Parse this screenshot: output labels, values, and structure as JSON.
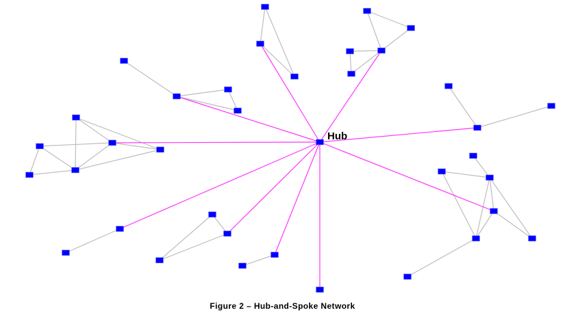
{
  "figure": {
    "caption": "Figure 2 – Hub-and-Spoke Network",
    "hub_label": "Hub",
    "colors": {
      "node": "#0000ff",
      "hub_edge": "#ff33ff",
      "peer_edge": "#bdbdbd",
      "background": "#ffffff"
    }
  },
  "network": {
    "hub": "hub",
    "nodes": [
      {
        "id": "hub"
      },
      {
        "id": "a1"
      },
      {
        "id": "a2"
      },
      {
        "id": "a3"
      },
      {
        "id": "b1"
      },
      {
        "id": "b2"
      },
      {
        "id": "b3"
      },
      {
        "id": "b4"
      },
      {
        "id": "b5"
      },
      {
        "id": "c1"
      },
      {
        "id": "c2"
      },
      {
        "id": "c3"
      },
      {
        "id": "c4"
      },
      {
        "id": "d1"
      },
      {
        "id": "d2"
      },
      {
        "id": "d3"
      },
      {
        "id": "d4"
      },
      {
        "id": "d5"
      },
      {
        "id": "d6"
      },
      {
        "id": "e1"
      },
      {
        "id": "e2"
      },
      {
        "id": "e3"
      },
      {
        "id": "f1"
      },
      {
        "id": "f2"
      },
      {
        "id": "f3"
      },
      {
        "id": "f4"
      },
      {
        "id": "f5"
      },
      {
        "id": "f6"
      },
      {
        "id": "f7"
      },
      {
        "id": "g1"
      },
      {
        "id": "g2"
      },
      {
        "id": "h1"
      },
      {
        "id": "h2"
      },
      {
        "id": "h3"
      },
      {
        "id": "i1"
      },
      {
        "id": "i2"
      },
      {
        "id": "j1"
      }
    ],
    "hub_edges": [
      [
        "hub",
        "a2"
      ],
      [
        "hub",
        "b3"
      ],
      [
        "hub",
        "c2"
      ],
      [
        "hub",
        "d3"
      ],
      [
        "hub",
        "e3"
      ],
      [
        "hub",
        "f4"
      ],
      [
        "hub",
        "g1"
      ],
      [
        "hub",
        "h2"
      ],
      [
        "hub",
        "i1"
      ],
      [
        "hub",
        "j1"
      ]
    ],
    "peer_edges": [
      [
        "a1",
        "a2"
      ],
      [
        "a1",
        "a3"
      ],
      [
        "a2",
        "a3"
      ],
      [
        "b1",
        "b2"
      ],
      [
        "b1",
        "b3"
      ],
      [
        "b2",
        "b3"
      ],
      [
        "b3",
        "b4"
      ],
      [
        "b3",
        "b5"
      ],
      [
        "b4",
        "b5"
      ],
      [
        "c1",
        "c2"
      ],
      [
        "c2",
        "c3"
      ],
      [
        "c2",
        "c4"
      ],
      [
        "c3",
        "c4"
      ],
      [
        "d1",
        "d3"
      ],
      [
        "d1",
        "d4"
      ],
      [
        "d1",
        "d5"
      ],
      [
        "d2",
        "d3"
      ],
      [
        "d2",
        "d5"
      ],
      [
        "d2",
        "d6"
      ],
      [
        "d3",
        "d4"
      ],
      [
        "d3",
        "d5"
      ],
      [
        "d4",
        "d5"
      ],
      [
        "d5",
        "d6"
      ],
      [
        "e1",
        "e3"
      ],
      [
        "e2",
        "e3"
      ],
      [
        "f1",
        "f3"
      ],
      [
        "f2",
        "f3"
      ],
      [
        "f2",
        "f5"
      ],
      [
        "f3",
        "f4"
      ],
      [
        "f3",
        "f5"
      ],
      [
        "f3",
        "f6"
      ],
      [
        "f4",
        "f5"
      ],
      [
        "f4",
        "f6"
      ],
      [
        "f5",
        "f7"
      ],
      [
        "g1",
        "g2"
      ],
      [
        "h1",
        "h2"
      ],
      [
        "h1",
        "h3"
      ],
      [
        "h2",
        "h3"
      ],
      [
        "i1",
        "i2"
      ]
    ]
  }
}
